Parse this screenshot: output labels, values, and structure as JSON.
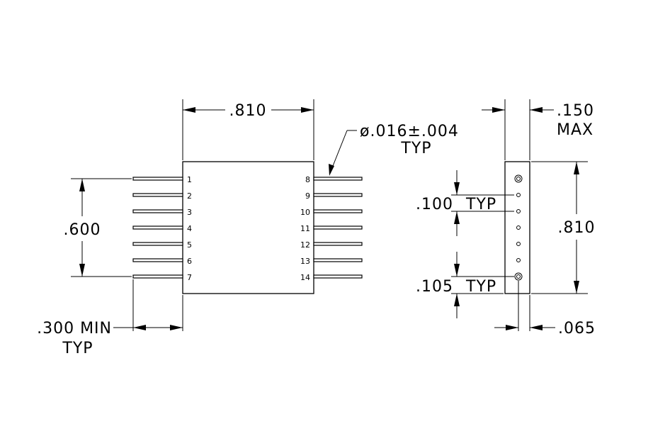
{
  "dimensions": {
    "body_width": ".810",
    "lead_diameter": "ø.016±.004",
    "lead_diameter_typ": "TYP",
    "body_thickness": ".150",
    "body_thickness_note": "MAX",
    "row_span": ".600",
    "pitch": ".100",
    "pitch_typ": "TYP",
    "side_height": ".810",
    "end_offset": ".105",
    "end_offset_typ": "TYP",
    "lead_length": ".300 MIN",
    "lead_length_typ": "TYP",
    "lead_offset": ".065"
  },
  "pins_left": [
    "1",
    "2",
    "3",
    "4",
    "5",
    "6",
    "7"
  ],
  "pins_right": [
    "8",
    "9",
    "10",
    "11",
    "12",
    "13",
    "14"
  ]
}
